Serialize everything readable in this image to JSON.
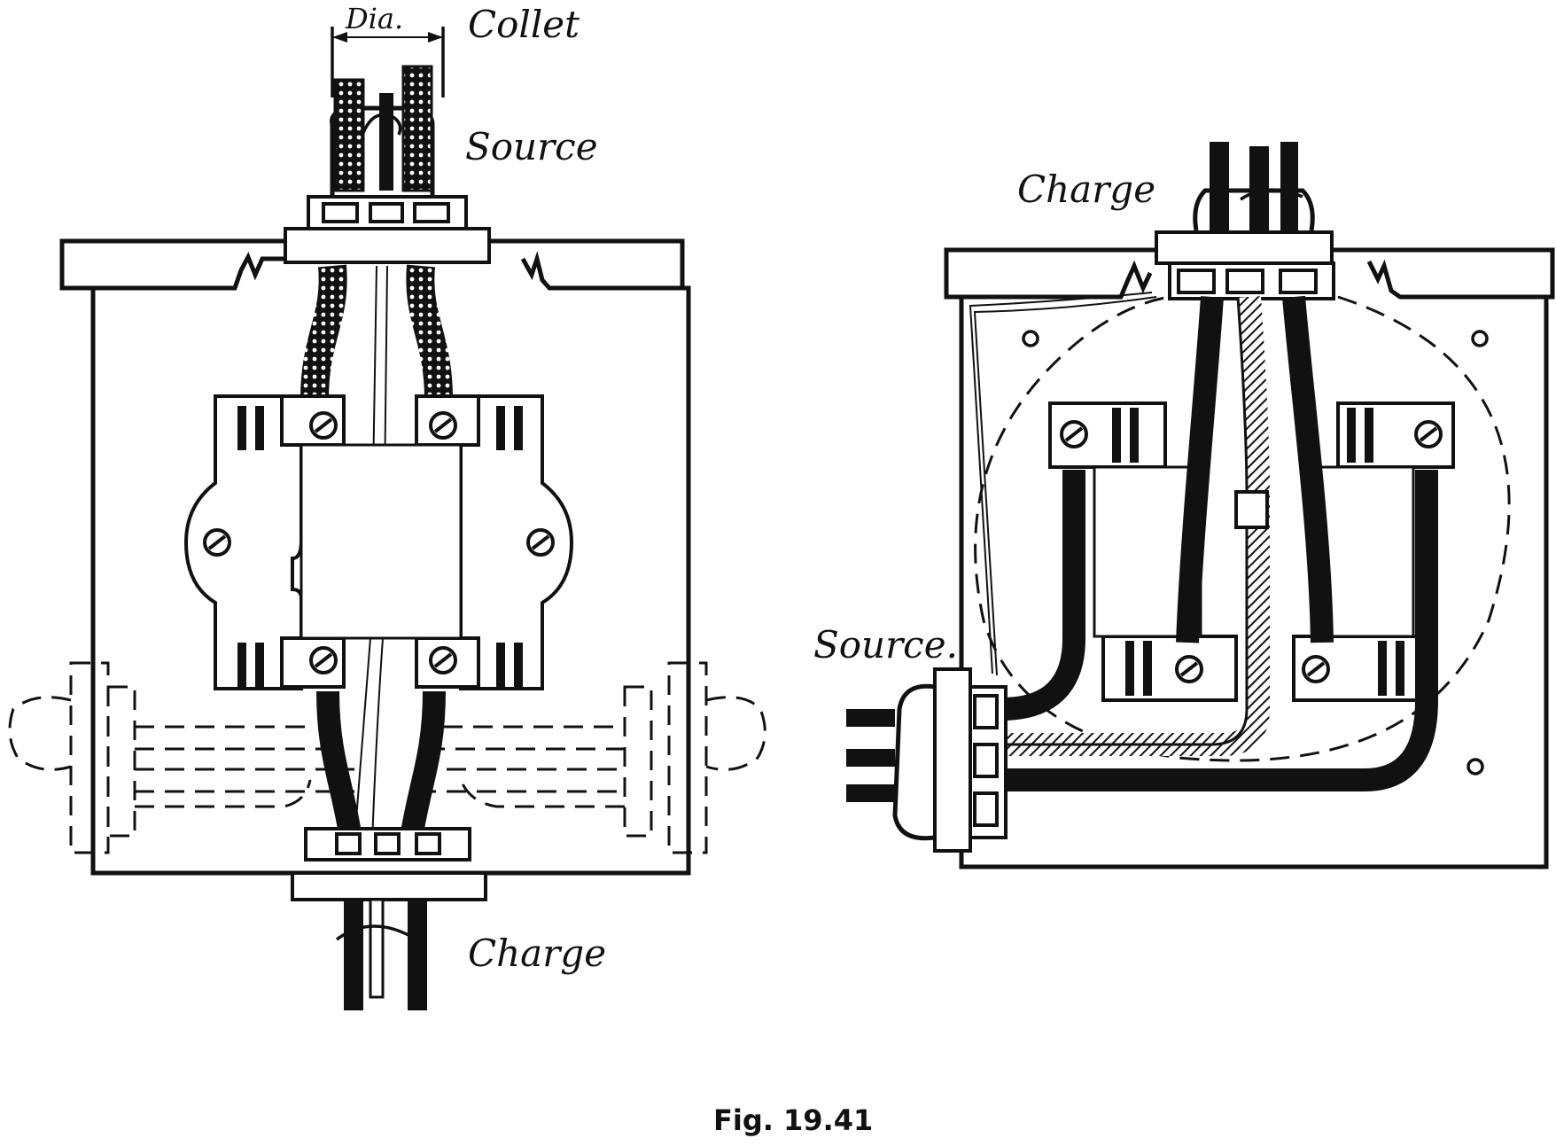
{
  "labels": {
    "dia": "Dia.",
    "collet": "Collet",
    "left_source": "Source",
    "left_charge": "Charge",
    "right_charge": "Charge",
    "right_source": "Source."
  },
  "caption": "Fig. 19.41"
}
